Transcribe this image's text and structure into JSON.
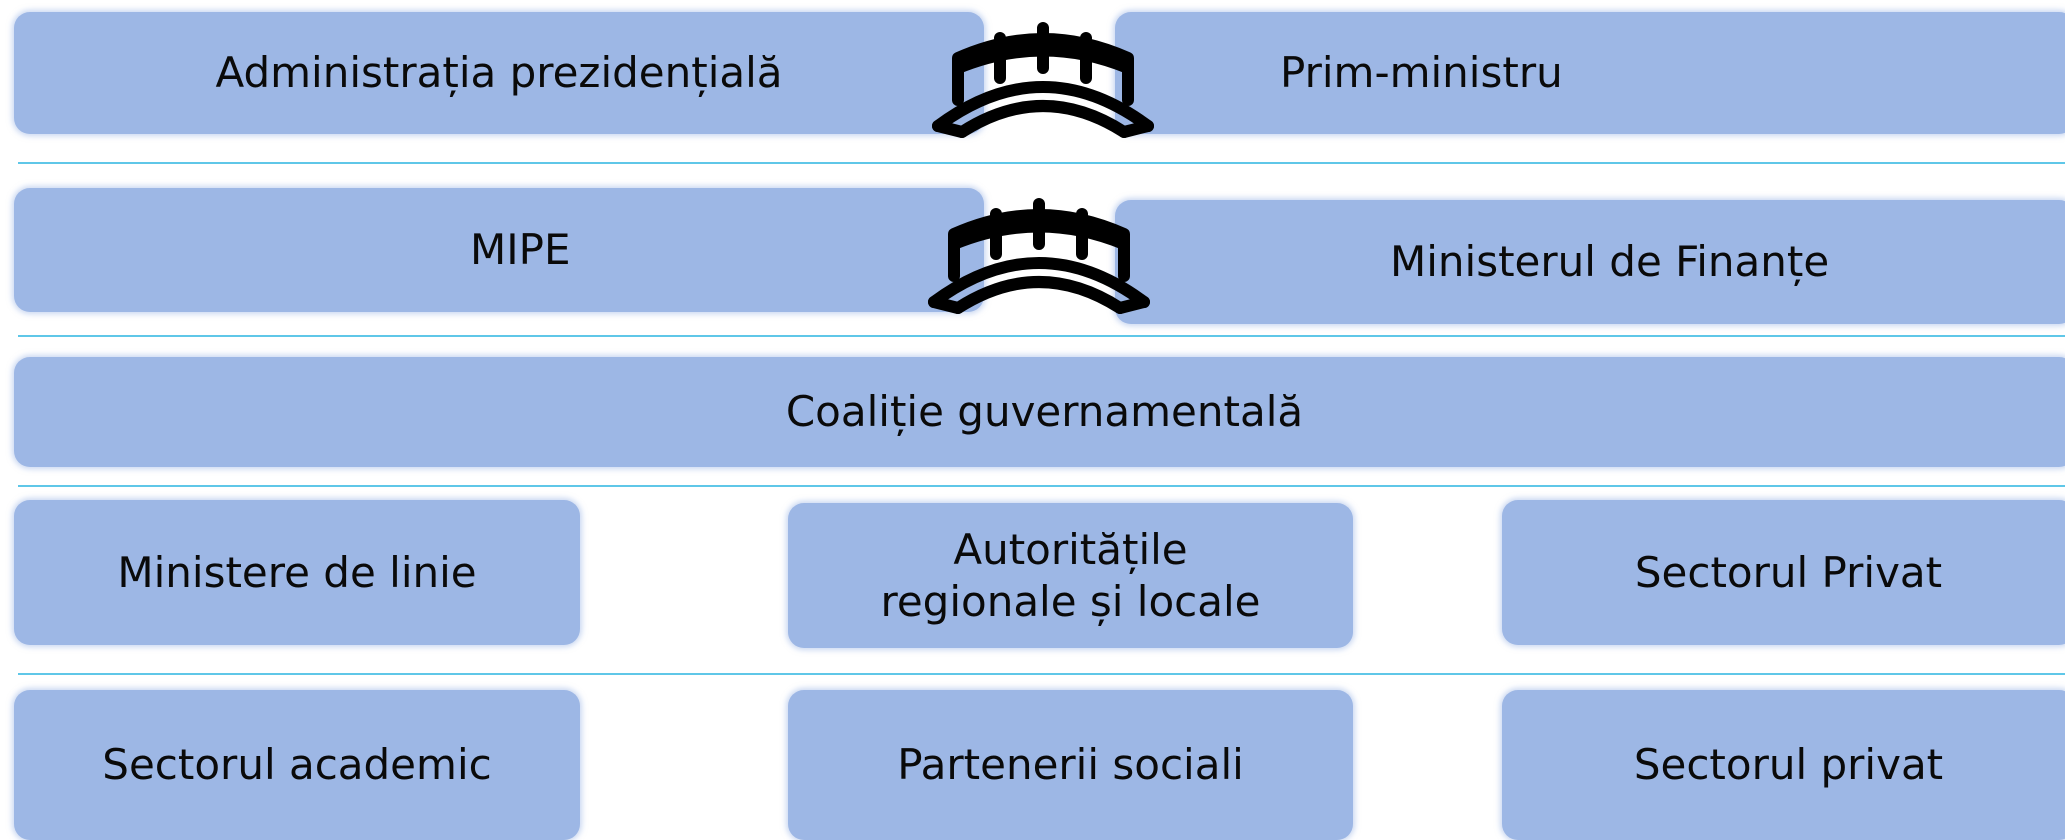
{
  "rows": {
    "top": {
      "left": "Administrația prezidențială",
      "right": "Prim-ministru"
    },
    "second": {
      "left": "MIPE",
      "right": "Ministerul de Finanțe"
    },
    "third": {
      "center": "Coaliție guvernamentală"
    },
    "fourth": {
      "left": "Ministere de linie",
      "center": "Autoritățile\nregionale și locale",
      "right": "Sectorul Privat"
    },
    "fifth": {
      "left": "Sectorul academic",
      "center": "Partenerii sociali",
      "right": "Sectorul privat"
    }
  },
  "icons": [
    "bridge-icon",
    "bridge-icon"
  ],
  "colors": {
    "box": "#9db7e5",
    "separator": "#5fc7e8",
    "text": "#0a0a0a"
  }
}
